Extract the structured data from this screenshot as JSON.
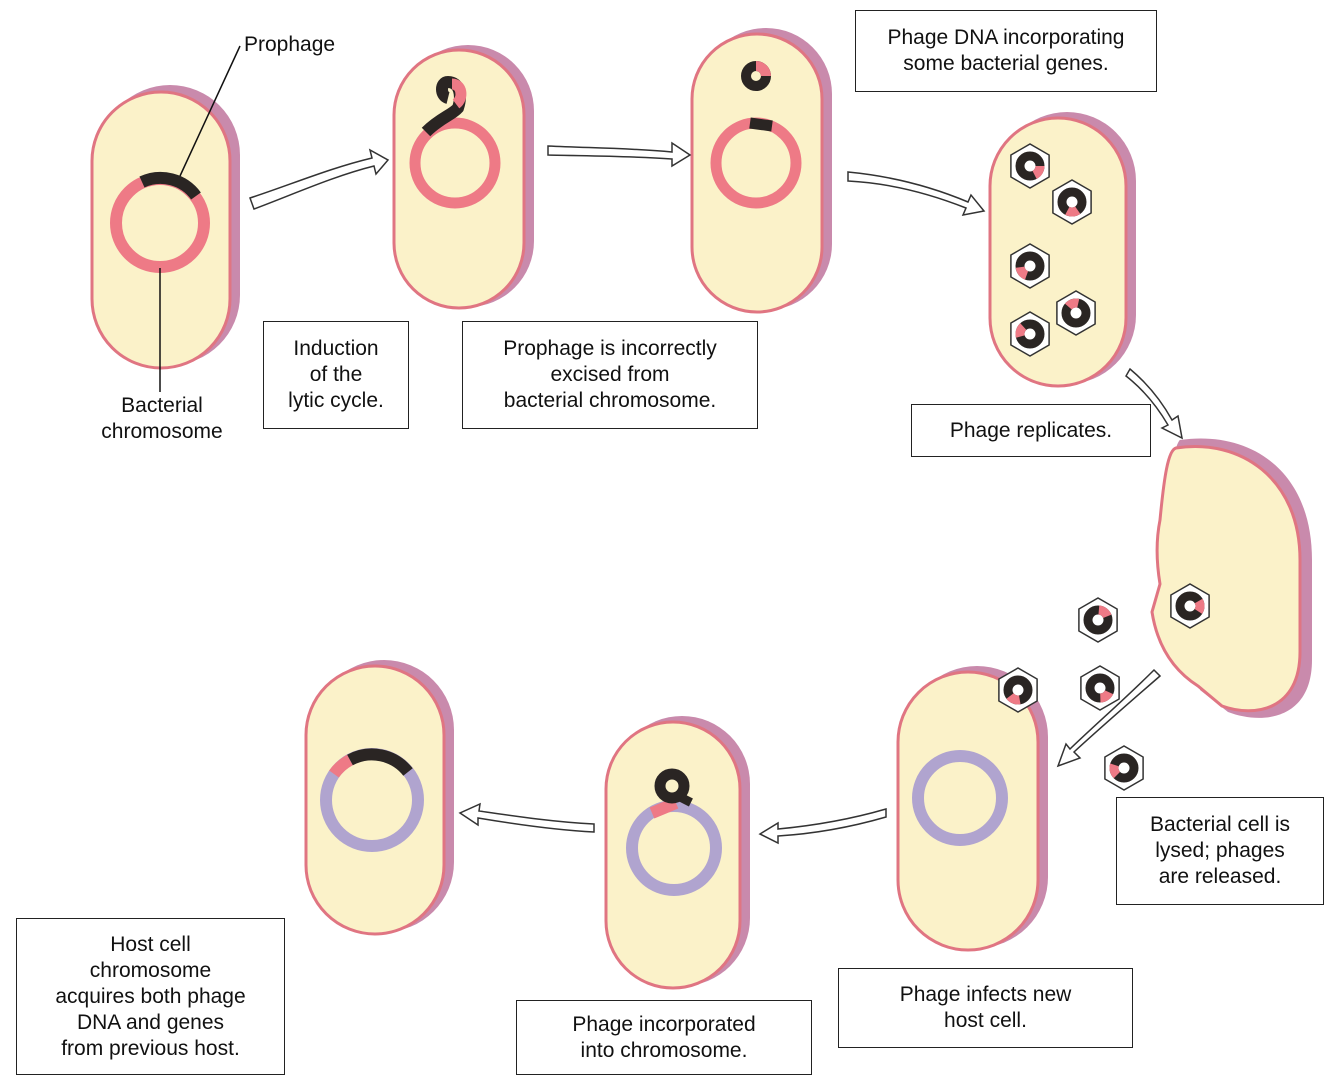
{
  "colors": {
    "cytoplasm": "#fbf2c9",
    "membrane_outer": "#c57a9e",
    "membrane_inner": "#e07582",
    "bacterial_dna": "#ee7a86",
    "host_dna": "#b0a4cf",
    "phage_dna": "#2a2523",
    "capsid": "#ffffff"
  },
  "labels": {
    "prophage": "Prophage",
    "bacterial_chromosome": "Bacterial\nchromosome"
  },
  "steps": {
    "induction": "Induction\nof the\nlytic cycle.",
    "excision": "Prophage is incorrectly\nexcised from\nbacterial chromosome.",
    "incorporating": "Phage DNA incorporating\nsome bacterial genes.",
    "replicates": "Phage replicates.",
    "lysed": "Bacterial cell is\nlysed;  phages\nare released.",
    "infects": "Phage infects new\nhost cell.",
    "incorporated": "Phage incorporated\ninto chromosome.",
    "acquires": "Host cell\nchromosome\nacquires both phage\nDNA and genes\nfrom previous host."
  }
}
